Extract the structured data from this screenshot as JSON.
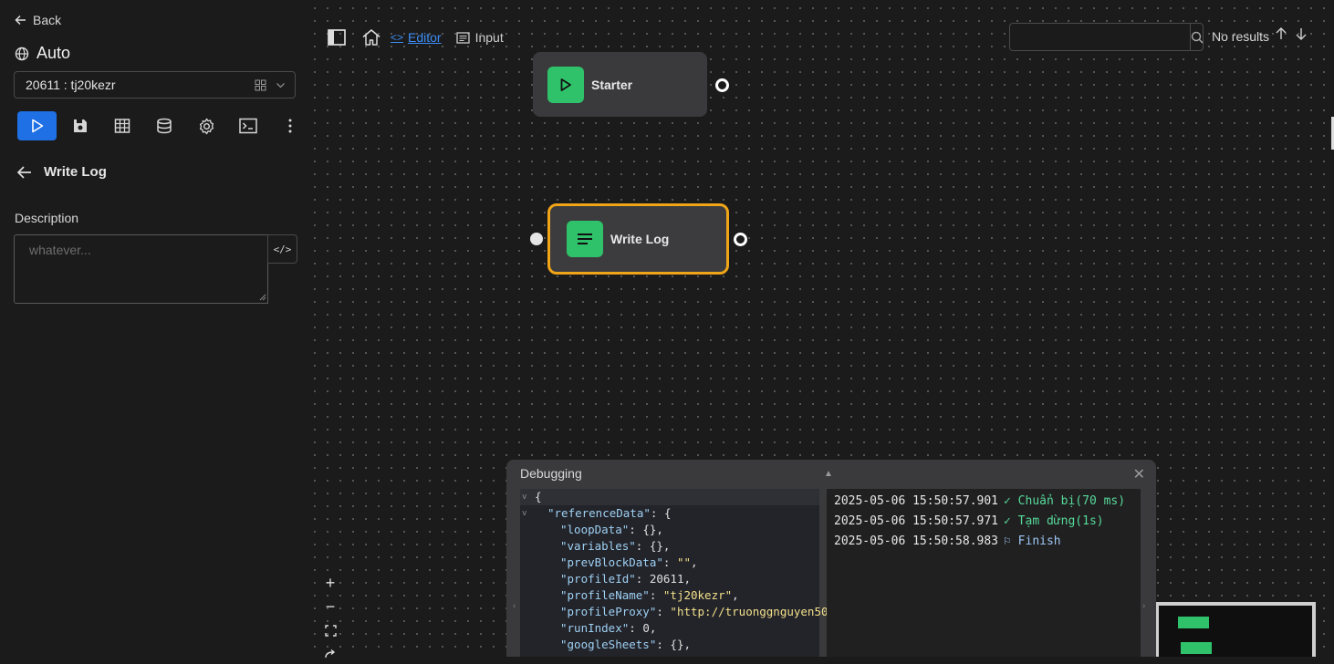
{
  "sidebar": {
    "back_label": "Back",
    "workflow_name": "Auto",
    "profile_value": "20611 : tj20kezr",
    "block_title": "Write Log",
    "description_label": "Description",
    "description_placeholder": "whatever...",
    "code_toggle": "</>"
  },
  "toolbar": {
    "items": [
      "run-icon",
      "save-icon",
      "table-icon",
      "database-icon",
      "gear-icon",
      "terminal-icon",
      "more-vertical-icon"
    ]
  },
  "topnav": {
    "editor_label": "Editor",
    "input_label": "Input"
  },
  "search": {
    "placeholder": "",
    "results_text": "No results"
  },
  "nodes": {
    "starter_label": "Starter",
    "writelog_label": "Write Log"
  },
  "debug": {
    "title": "Debugging",
    "json_lines": [
      {
        "fold": "v",
        "indent": 0,
        "text": "{"
      },
      {
        "fold": "v",
        "indent": 1,
        "key": "referenceData",
        "value": "{",
        "type": "p"
      },
      {
        "fold": "",
        "indent": 2,
        "key": "loopData",
        "value": "{},",
        "type": "p"
      },
      {
        "fold": "",
        "indent": 2,
        "key": "variables",
        "value": "{},",
        "type": "p"
      },
      {
        "fold": "",
        "indent": 2,
        "key": "prevBlockData",
        "value": "\"\"",
        "type": "s",
        "after": ","
      },
      {
        "fold": "",
        "indent": 2,
        "key": "profileId",
        "value": "20611",
        "type": "n",
        "after": ","
      },
      {
        "fold": "",
        "indent": 2,
        "key": "profileName",
        "value": "\"tj20kezr\"",
        "type": "s",
        "after": ","
      },
      {
        "fold": "",
        "indent": 2,
        "key": "profileProxy",
        "value": "\"http://truonggnguyen50:",
        "type": "s",
        "after": ""
      },
      {
        "fold": "",
        "indent": 2,
        "key": "runIndex",
        "value": "0",
        "type": "n",
        "after": ","
      },
      {
        "fold": "",
        "indent": 2,
        "key": "googleSheets",
        "value": "{},",
        "type": "p"
      }
    ],
    "logs": [
      {
        "time": "2025-05-06 15:50:57.901",
        "message": "Chuẩn bị(70 ms)",
        "kind": "check"
      },
      {
        "time": "2025-05-06 15:50:57.971",
        "message": "Tạm dừng(1s)",
        "kind": "check"
      },
      {
        "time": "2025-05-06 15:50:58.983",
        "message": "Finish",
        "kind": "finish"
      }
    ]
  },
  "colors": {
    "accent_blue": "#1f6fe5",
    "node_green": "#2fc26a",
    "selected_orange": "#f0a418"
  }
}
